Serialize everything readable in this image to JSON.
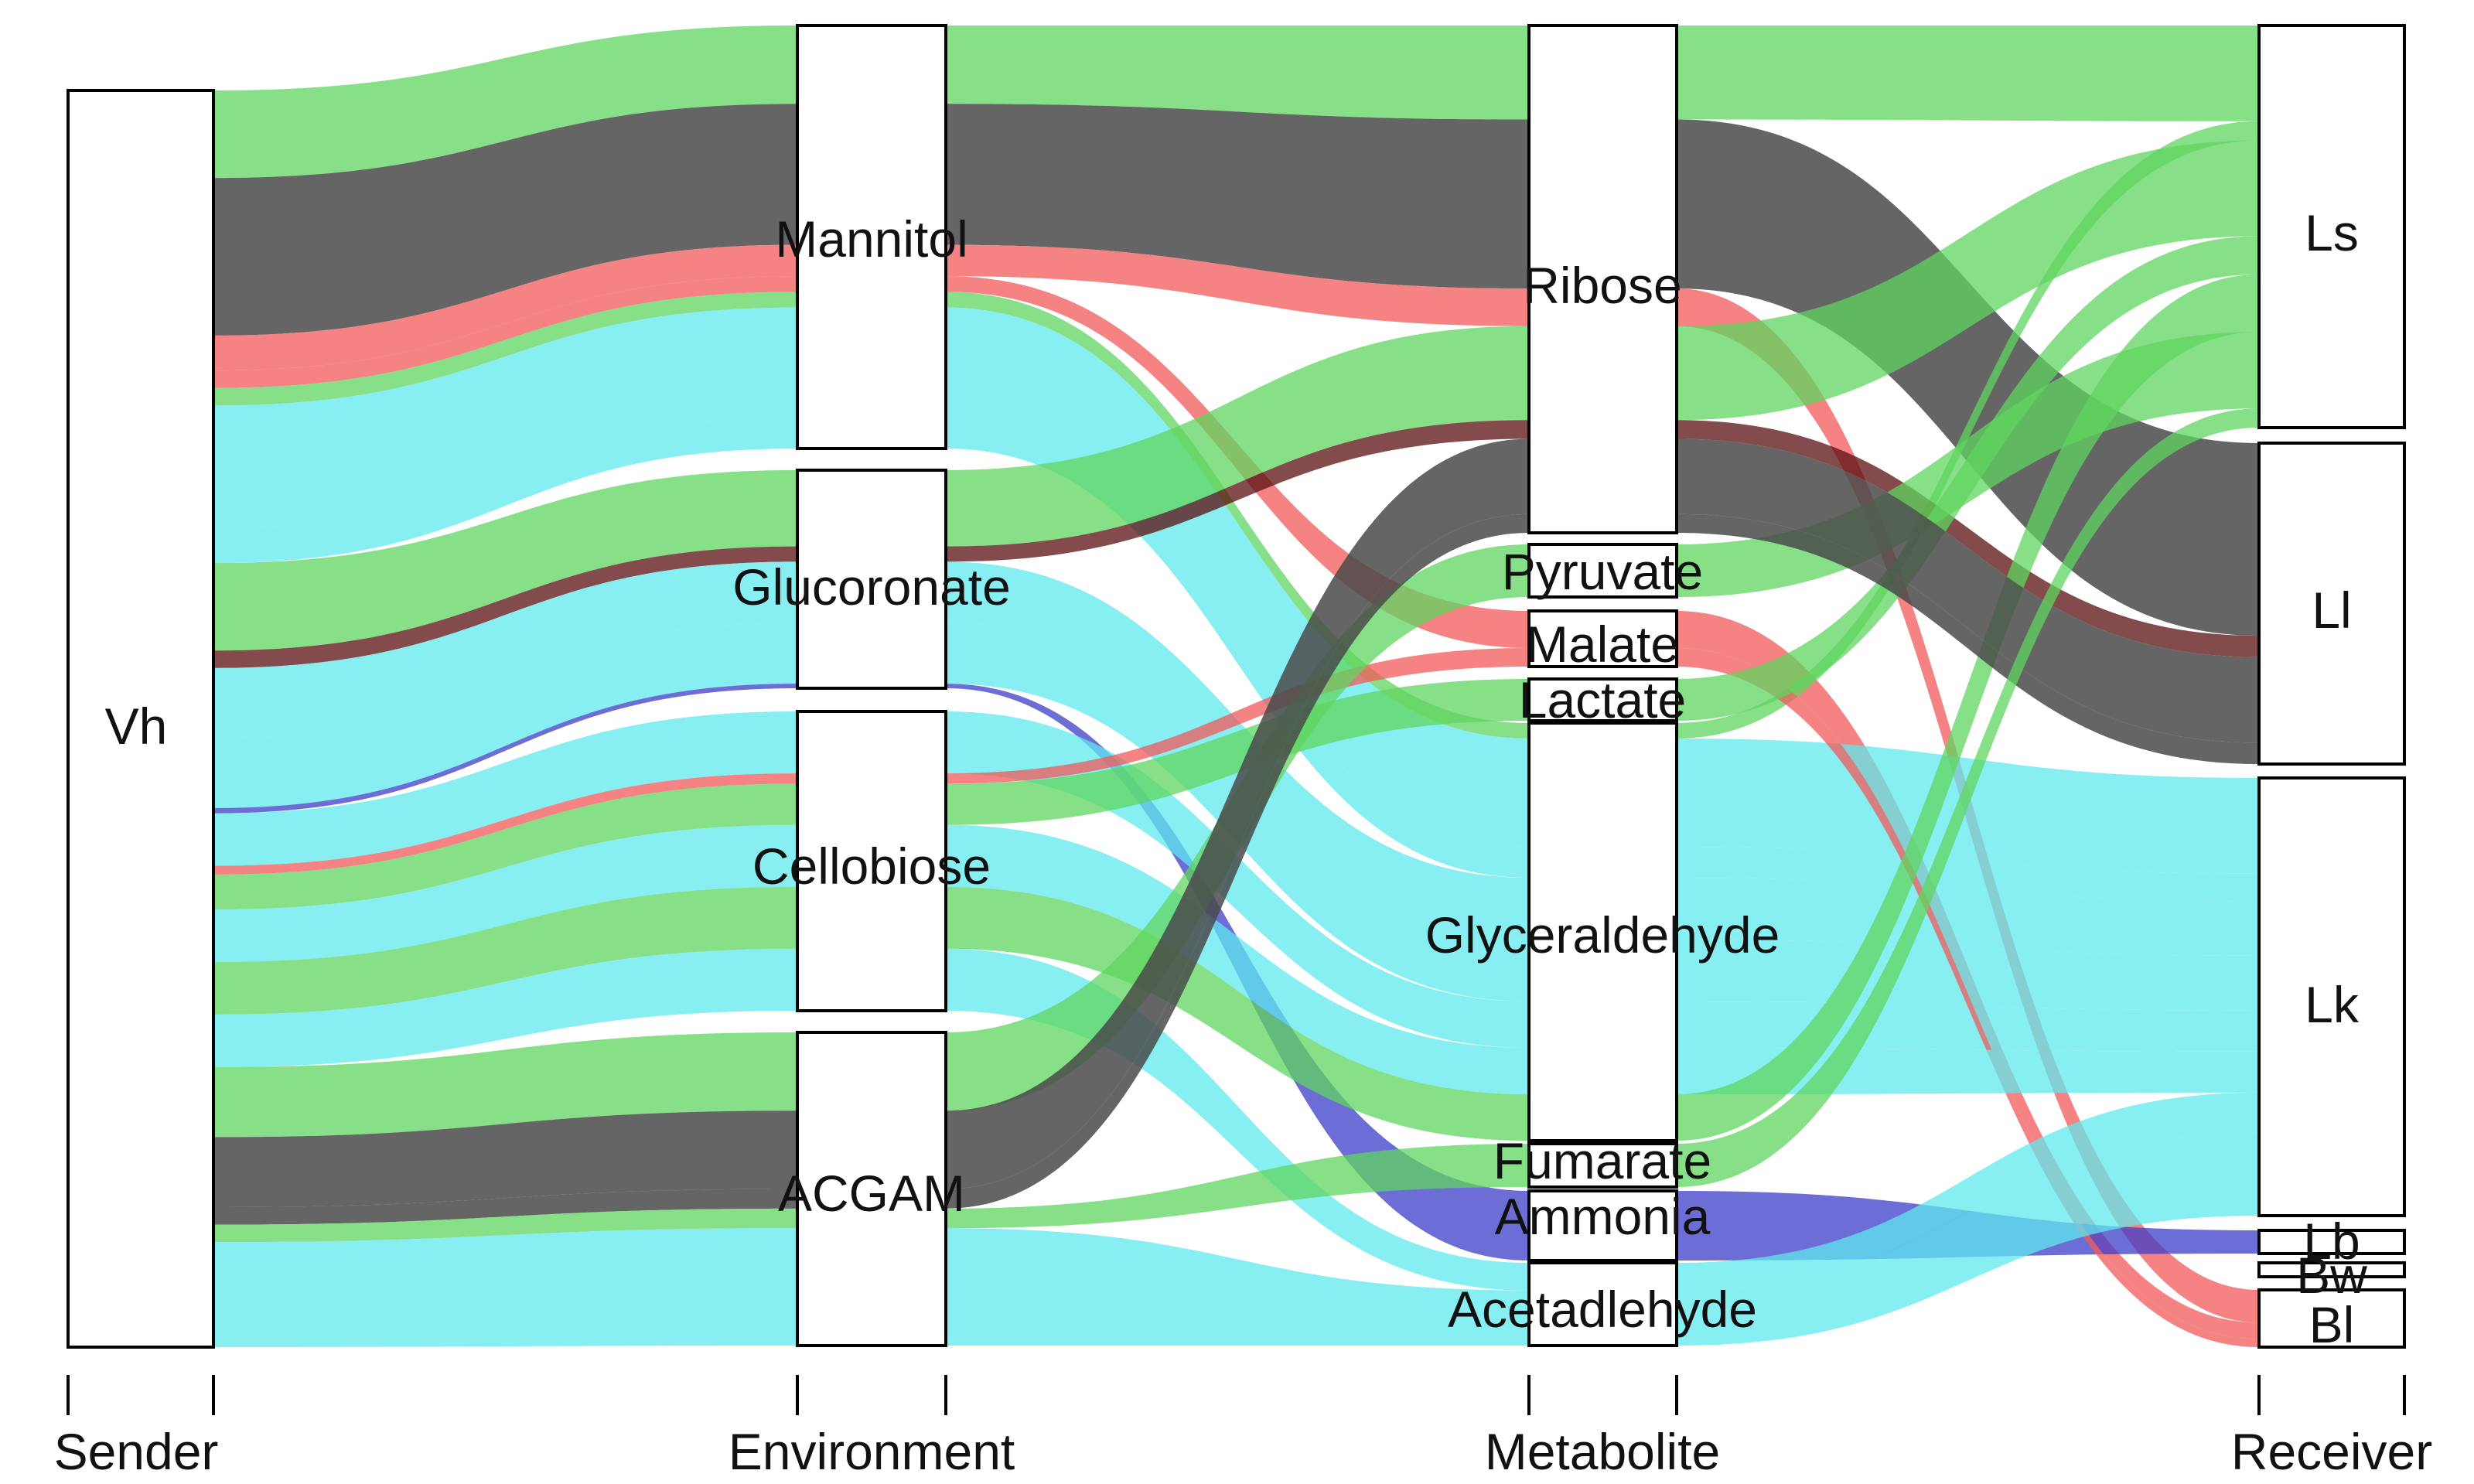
{
  "colors": {
    "green": "#5fd65f",
    "grey": "#4a4a4a",
    "red": "#f25a5a",
    "cyan": "#5fe8ee",
    "darkred": "#5a0f0f",
    "blue": "#3c3cc8",
    "darkgreen": "#1f8a1f"
  },
  "axes": [
    "Sender",
    "Environment",
    "Metabolite",
    "Receiver"
  ],
  "nodes": {
    "sender": [
      "Vh"
    ],
    "environment": [
      "Mannitol",
      "Glucoronate",
      "Cellobiose",
      "ACGAM"
    ],
    "metabolite": [
      "Ribose",
      "Pyruvate",
      "Malate",
      "Lactate",
      "Glyceraldehyde",
      "Fumarate",
      "Ammonia",
      "Acetadlehyde"
    ],
    "receiver": [
      "Ls",
      "Ll",
      "Lk",
      "Lb",
      "Bw",
      "Bl"
    ]
  },
  "chart_data": {
    "type": "alluvial",
    "axes": [
      "Sender",
      "Environment",
      "Metabolite",
      "Receiver"
    ],
    "strata": {
      "Sender": [
        "Vh"
      ],
      "Environment": [
        "Mannitol",
        "Glucoronate",
        "Cellobiose",
        "ACGAM"
      ],
      "Metabolite": [
        "Ribose",
        "Pyruvate",
        "Malate",
        "Lactate",
        "Glyceraldehyde",
        "Fumarate",
        "Ammonia",
        "Acetadlehyde"
      ],
      "Receiver": [
        "Ls",
        "Ll",
        "Lk",
        "Lb",
        "Bw",
        "Bl"
      ]
    },
    "flows": [
      {
        "color": "green",
        "sender": "Vh",
        "environment": "Mannitol",
        "metabolite": "Ribose",
        "receiver": "Ls",
        "value": 5
      },
      {
        "color": "grey",
        "sender": "Vh",
        "environment": "Mannitol",
        "metabolite": "Ribose",
        "receiver": "Ll",
        "value": 9
      },
      {
        "color": "red",
        "sender": "Vh",
        "environment": "Mannitol",
        "metabolite": "Ribose",
        "receiver": "Bl",
        "value": 2
      },
      {
        "color": "red",
        "sender": "Vh",
        "environment": "Mannitol",
        "metabolite": "Malate",
        "receiver": "Bl",
        "value": 1
      },
      {
        "color": "green",
        "sender": "Vh",
        "environment": "Mannitol",
        "metabolite": "Glyceraldehyde",
        "receiver": "Ls",
        "value": 1
      },
      {
        "color": "cyan",
        "sender": "Vh",
        "environment": "Mannitol",
        "metabolite": "Glyceraldehyde",
        "receiver": "Lk",
        "value": 7
      },
      {
        "color": "cyan",
        "sender": "Vh",
        "environment": "Mannitol",
        "metabolite": "Glyceraldehyde",
        "receiver": "Lk",
        "value": 2
      },
      {
        "color": "green",
        "sender": "Vh",
        "environment": "Glucoronate",
        "metabolite": "Ribose",
        "receiver": "Ls",
        "value": 5
      },
      {
        "color": "darkred",
        "sender": "Vh",
        "environment": "Glucoronate",
        "metabolite": "Ribose",
        "receiver": "Ll",
        "value": 1
      },
      {
        "color": "cyan",
        "sender": "Vh",
        "environment": "Glucoronate",
        "metabolite": "Glyceraldehyde",
        "receiver": "Lk",
        "value": 4
      },
      {
        "color": "cyan",
        "sender": "Vh",
        "environment": "Glucoronate",
        "metabolite": "Glyceraldehyde",
        "receiver": "Lk",
        "value": 4
      },
      {
        "color": "blue",
        "sender": "Vh",
        "environment": "Glucoronate",
        "metabolite": "Ammonia",
        "receiver": "Lb",
        "value": 0.3
      },
      {
        "color": "cyan",
        "sender": "Vh",
        "environment": "Cellobiose",
        "metabolite": "Glyceraldehyde",
        "receiver": "Lk",
        "value": 3
      },
      {
        "color": "red",
        "sender": "Vh",
        "environment": "Cellobiose",
        "metabolite": "Malate",
        "receiver": "Bl",
        "value": 0.5
      },
      {
        "color": "green",
        "sender": "Vh",
        "environment": "Cellobiose",
        "metabolite": "Lactate",
        "receiver": "Ls",
        "value": 2
      },
      {
        "color": "cyan",
        "sender": "Vh",
        "environment": "Cellobiose",
        "metabolite": "Glyceraldehyde",
        "receiver": "Lk",
        "value": 3
      },
      {
        "color": "green",
        "sender": "Vh",
        "environment": "Cellobiose",
        "metabolite": "Glyceraldehyde",
        "receiver": "Ls",
        "value": 3
      },
      {
        "color": "cyan",
        "sender": "Vh",
        "environment": "Cellobiose",
        "metabolite": "Acetadlehyde",
        "receiver": "Lk",
        "value": 3
      },
      {
        "color": "green",
        "sender": "Vh",
        "environment": "ACGAM",
        "metabolite": "Pyruvate",
        "receiver": "Ls",
        "value": 4
      },
      {
        "color": "grey",
        "sender": "Vh",
        "environment": "ACGAM",
        "metabolite": "Ribose",
        "receiver": "Ll",
        "value": 4
      },
      {
        "color": "grey",
        "sender": "Vh",
        "environment": "ACGAM",
        "metabolite": "Ribose",
        "receiver": "Ll",
        "value": 1
      },
      {
        "color": "green",
        "sender": "Vh",
        "environment": "ACGAM",
        "metabolite": "Fumarate",
        "receiver": "Ls",
        "value": 1
      },
      {
        "color": "cyan",
        "sender": "Vh",
        "environment": "ACGAM",
        "metabolite": "Acetadlehyde",
        "receiver": "Lk",
        "value": 6
      }
    ]
  }
}
